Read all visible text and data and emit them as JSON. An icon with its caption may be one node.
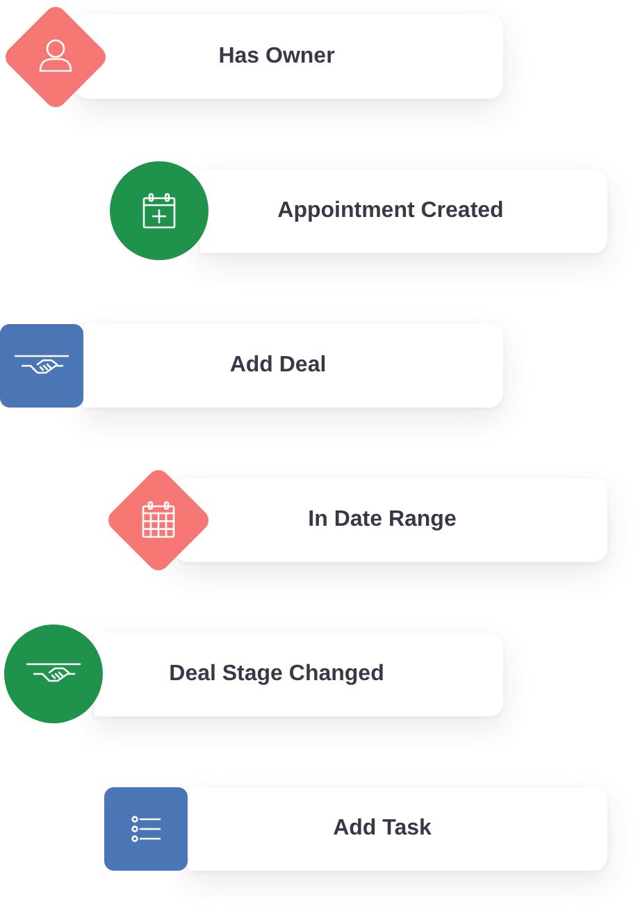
{
  "diagram": {
    "nodes": [
      {
        "text": [
          "Has Owner"
        ]
      },
      {
        "text": [
          "Appointment Created"
        ]
      },
      {
        "text": [
          "Add Deal"
        ]
      },
      {
        "text": [
          "In Date Range"
        ]
      },
      {
        "text": [
          "Deal Stage Changed"
        ]
      },
      {
        "text": [
          "Add Task"
        ]
      }
    ]
  }
}
